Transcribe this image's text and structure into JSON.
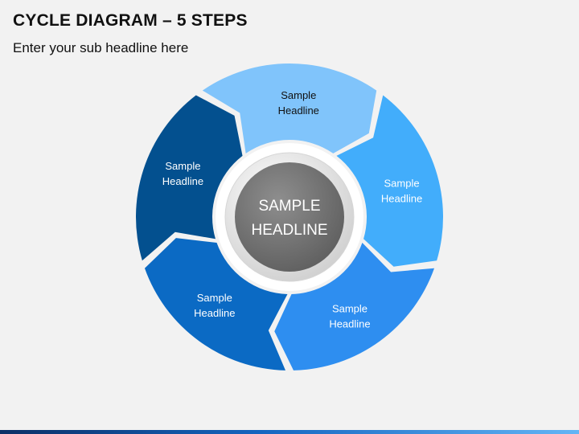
{
  "slide": {
    "title": "CYCLE DIAGRAM – 5 STEPS",
    "subtitle": "Enter your sub headline here"
  },
  "hub": {
    "line1": "SAMPLE",
    "line2": "HEADLINE",
    "color": "#777777"
  },
  "steps": [
    {
      "line1": "Sample",
      "line2": "Headline",
      "color": "#80c4fb",
      "text_color": "#111111"
    },
    {
      "line1": "Sample",
      "line2": "Headline",
      "color": "#42adfb",
      "text_color": "#ffffff"
    },
    {
      "line1": "Sample",
      "line2": "Headline",
      "color": "#2e8ef0",
      "text_color": "#ffffff"
    },
    {
      "line1": "Sample",
      "line2": "Headline",
      "color": "#0b6ac4",
      "text_color": "#ffffff"
    },
    {
      "line1": "Sample",
      "line2": "Headline",
      "color": "#03508f",
      "text_color": "#ffffff"
    }
  ]
}
